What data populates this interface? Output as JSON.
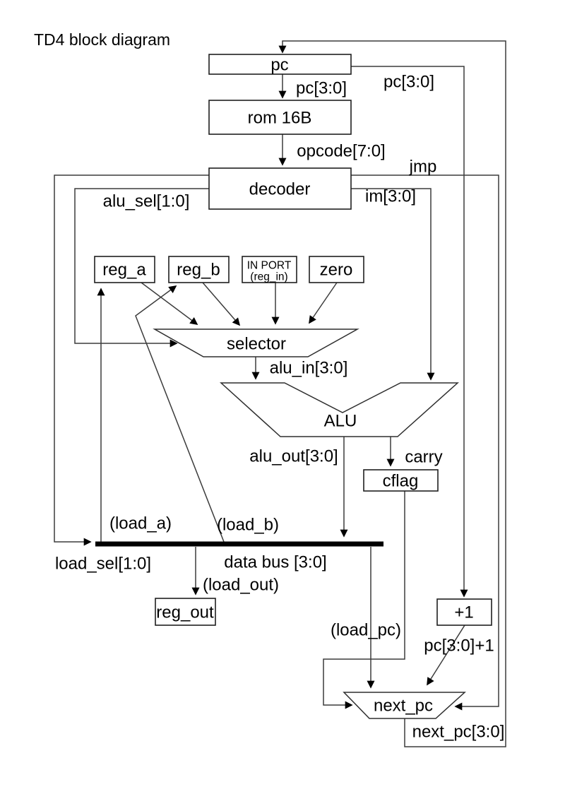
{
  "title": "TD4 block diagram",
  "blocks": {
    "pc": "pc",
    "rom": "rom 16B",
    "decoder": "decoder",
    "reg_a": "reg_a",
    "reg_b": "reg_b",
    "in_port_line1": "IN PORT",
    "in_port_line2": "(reg_in)",
    "zero": "zero",
    "selector": "selector",
    "alu": "ALU",
    "cflag": "cflag",
    "reg_out": "reg_out",
    "plus_one": "+1",
    "next_pc": "next_pc"
  },
  "signals": {
    "pc_out": "pc[3:0]",
    "pc_out_right": "pc[3:0]",
    "opcode": "opcode[7:0]",
    "jmp": "jmp",
    "im": "im[3:0]",
    "alu_sel": "alu_sel[1:0]",
    "load_sel": "load_sel[1:0]",
    "alu_in": "alu_in[3:0]",
    "alu_out": "alu_out[3:0]",
    "carry": "carry",
    "data_bus": "data bus [3:0]",
    "load_a": "(load_a)",
    "load_b": "(load_b)",
    "load_out": "(load_out)",
    "load_pc": "(load_pc)",
    "pc_plus_one": "pc[3:0]+1",
    "next_pc_out": "next_pc[3:0]"
  },
  "colors": {
    "wire": "#3c3c3c",
    "outline": "#1f1f1f",
    "text": "#000000",
    "bus": "#000000",
    "background": "#ffffff"
  }
}
